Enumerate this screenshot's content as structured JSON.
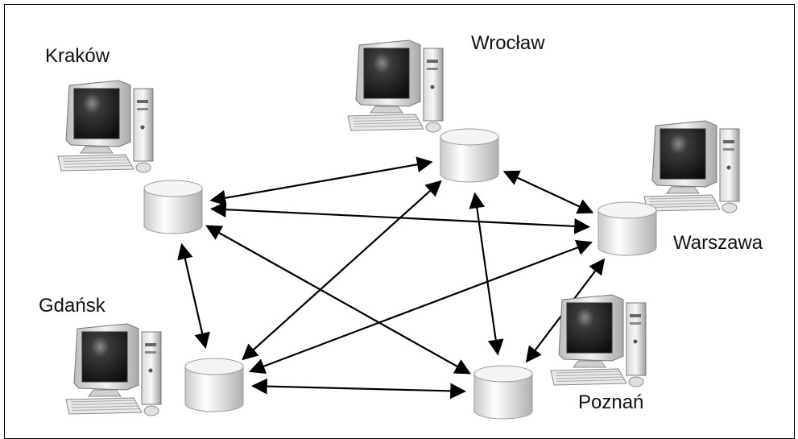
{
  "diagram": {
    "nodes": [
      {
        "id": "krakow",
        "label": "Kraków"
      },
      {
        "id": "wroclaw",
        "label": "Wrocław"
      },
      {
        "id": "warszawa",
        "label": "Warszawa"
      },
      {
        "id": "gdansk",
        "label": "Gdańsk"
      },
      {
        "id": "poznan",
        "label": "Poznań"
      }
    ],
    "edges": [
      [
        "krakow",
        "wroclaw"
      ],
      [
        "krakow",
        "warszawa"
      ],
      [
        "krakow",
        "gdansk"
      ],
      [
        "krakow",
        "poznan"
      ],
      [
        "wroclaw",
        "warszawa"
      ],
      [
        "wroclaw",
        "gdansk"
      ],
      [
        "wroclaw",
        "poznan"
      ],
      [
        "warszawa",
        "gdansk"
      ],
      [
        "warszawa",
        "poznan"
      ],
      [
        "gdansk",
        "poznan"
      ]
    ],
    "colors": {
      "edge": "#000000",
      "db_light": "#ffffff",
      "db_dark": "#bdbdbd",
      "monitor_body": "#e6e6e6",
      "screen": "#1a1a1a"
    }
  }
}
